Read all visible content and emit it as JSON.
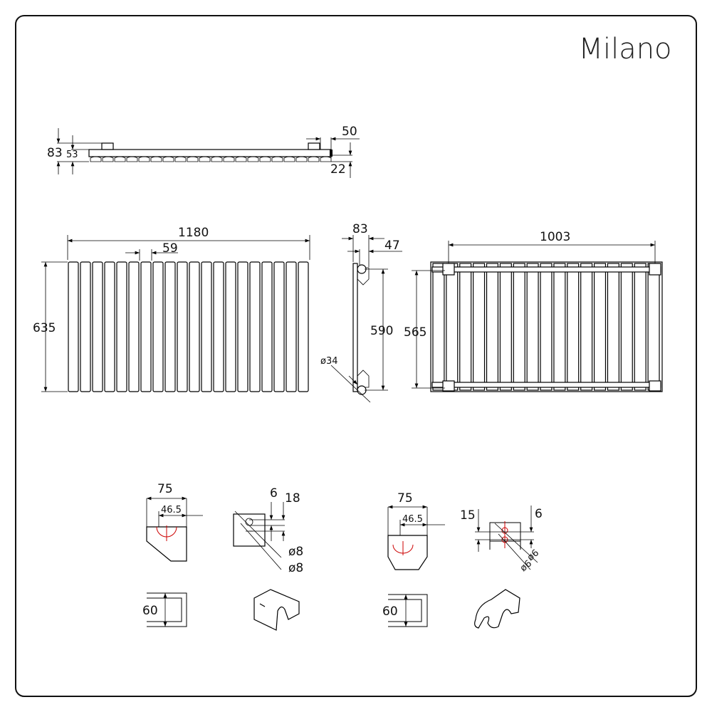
{
  "brand": {
    "title": "Milano"
  },
  "top_view": {
    "depth_total": "83",
    "depth_panel": "53",
    "bracket_offset": "50",
    "pipe_offset": "22"
  },
  "front_view": {
    "width": "1180",
    "tube_pitch": "59",
    "height": "635",
    "tube_count": 20
  },
  "side_view": {
    "depth": "83",
    "offset": "47",
    "pipe_centres": "590",
    "pipe_diameter": "ø34"
  },
  "back_view": {
    "bracket_width": "1003",
    "bracket_height": "565",
    "tube_count": 17
  },
  "bracket_a": {
    "width": "75",
    "inner_width": "46.5",
    "dim_6": "6",
    "dim_18": "18",
    "hole_1": "ø8",
    "hole_2": "ø8",
    "height": "60"
  },
  "bracket_b": {
    "width": "75",
    "inner_width": "46.5",
    "dim_15": "15",
    "dim_6": "6",
    "hole_1": "ø6",
    "hole_2": "ø6",
    "height": "60"
  }
}
